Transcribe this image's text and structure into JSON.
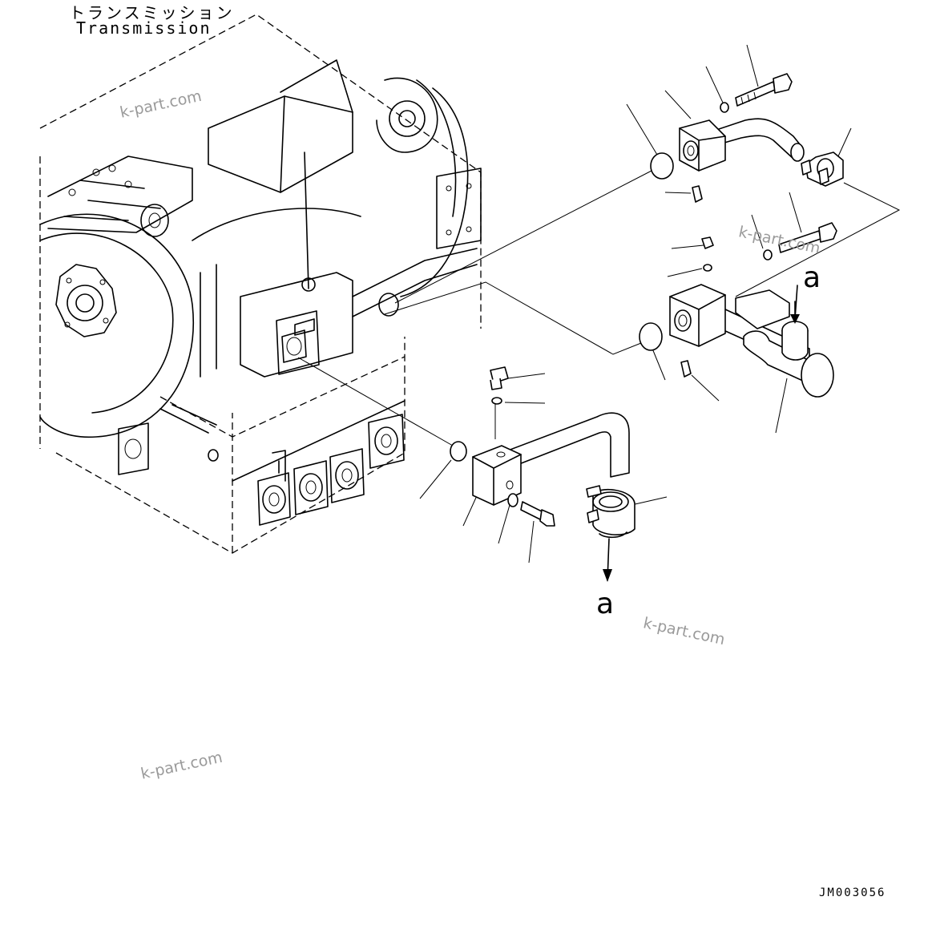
{
  "title": {
    "japanese": "トランスミッション",
    "english": "Transmission"
  },
  "callouts": {
    "a_upper": "a",
    "a_lower": "a"
  },
  "watermarks": [
    "k-part.com",
    "k-part.com",
    "k-part.com",
    "k-part.com"
  ],
  "drawing_code": "JM003056"
}
